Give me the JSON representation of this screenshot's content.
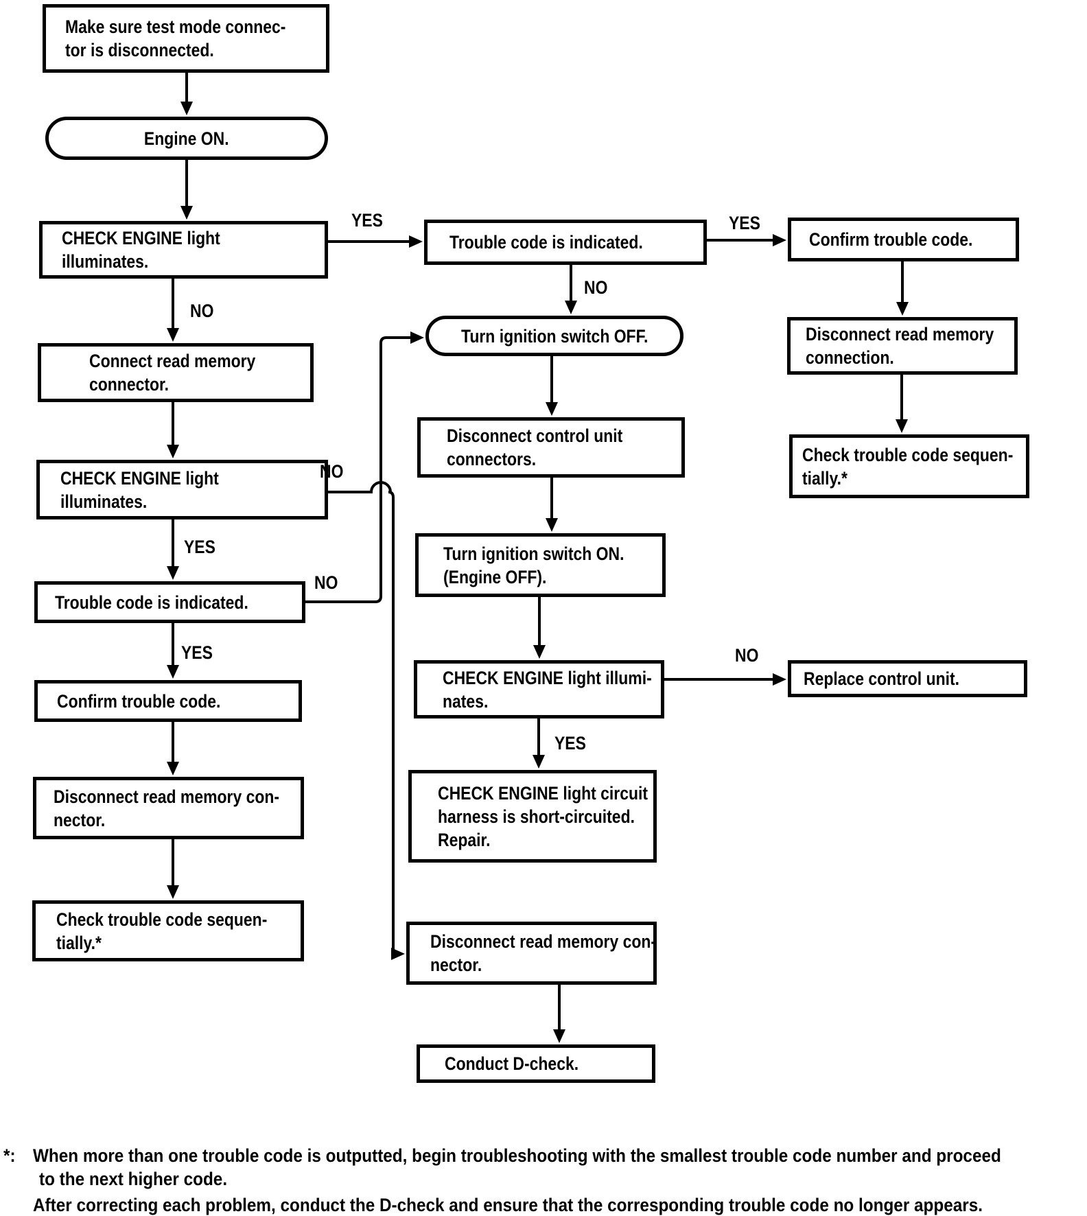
{
  "diagram": {
    "type": "flowchart",
    "labels": {
      "yes": "YES",
      "no": "NO"
    },
    "nodes": {
      "make_sure_test_mode": {
        "shape": "rect",
        "text": "Make sure test mode connec-\ntor is disconnected."
      },
      "engine_on": {
        "shape": "stadium",
        "text": "Engine ON."
      },
      "check_engine_1": {
        "shape": "rect",
        "text": "CHECK ENGINE light\nilluminates."
      },
      "connect_read_memory": {
        "shape": "rect",
        "text": "Connect read memory\nconnector."
      },
      "check_engine_2": {
        "shape": "rect",
        "text": "CHECK ENGINE light\nilluminates."
      },
      "trouble_code_left": {
        "shape": "rect",
        "text": "Trouble code is indicated."
      },
      "confirm_trouble_left": {
        "shape": "rect",
        "text": "Confirm trouble code."
      },
      "disconnect_read_memory_left": {
        "shape": "rect",
        "text": "Disconnect read memory con-\nnector."
      },
      "check_sequentially_left": {
        "shape": "rect",
        "text": "Check trouble code sequen-\ntially.*"
      },
      "trouble_code_mid": {
        "shape": "rect",
        "text": "Trouble code is indicated."
      },
      "ignition_off": {
        "shape": "stadium",
        "text": "Turn ignition switch OFF."
      },
      "disconnect_control_unit": {
        "shape": "rect",
        "text": "Disconnect control unit\nconnectors."
      },
      "ignition_on": {
        "shape": "rect",
        "text": "Turn ignition switch ON.\n(Engine OFF)."
      },
      "check_engine_3": {
        "shape": "rect",
        "text": "CHECK ENGINE light illumi-\nnates."
      },
      "harness_short": {
        "shape": "rect",
        "text": "CHECK ENGINE light circuit\nharness is short-circuited.\nRepair."
      },
      "disconnect_read_memory_mid": {
        "shape": "rect",
        "text": "Disconnect read memory con-\nnector."
      },
      "conduct_d_check": {
        "shape": "rect",
        "text": "Conduct D-check."
      },
      "confirm_trouble_right": {
        "shape": "rect",
        "text": "Confirm trouble code."
      },
      "disconnect_read_memory_right": {
        "shape": "rect",
        "text": "Disconnect read memory\nconnection."
      },
      "check_sequentially_right": {
        "shape": "rect",
        "text": "Check trouble code sequen-\ntially.*"
      },
      "replace_control_unit": {
        "shape": "rect",
        "text": "Replace control unit."
      }
    },
    "footnote": {
      "marker": "*:",
      "line1": "When more than one trouble code is outputted, begin troubleshooting with the smallest trouble code number and proceed",
      "line2": "to the next higher code.",
      "line3": "After correcting each problem, conduct the D-check and ensure that the corresponding trouble code no longer appears."
    },
    "colors": {
      "ink": "#000000",
      "paper": "#ffffff"
    }
  }
}
